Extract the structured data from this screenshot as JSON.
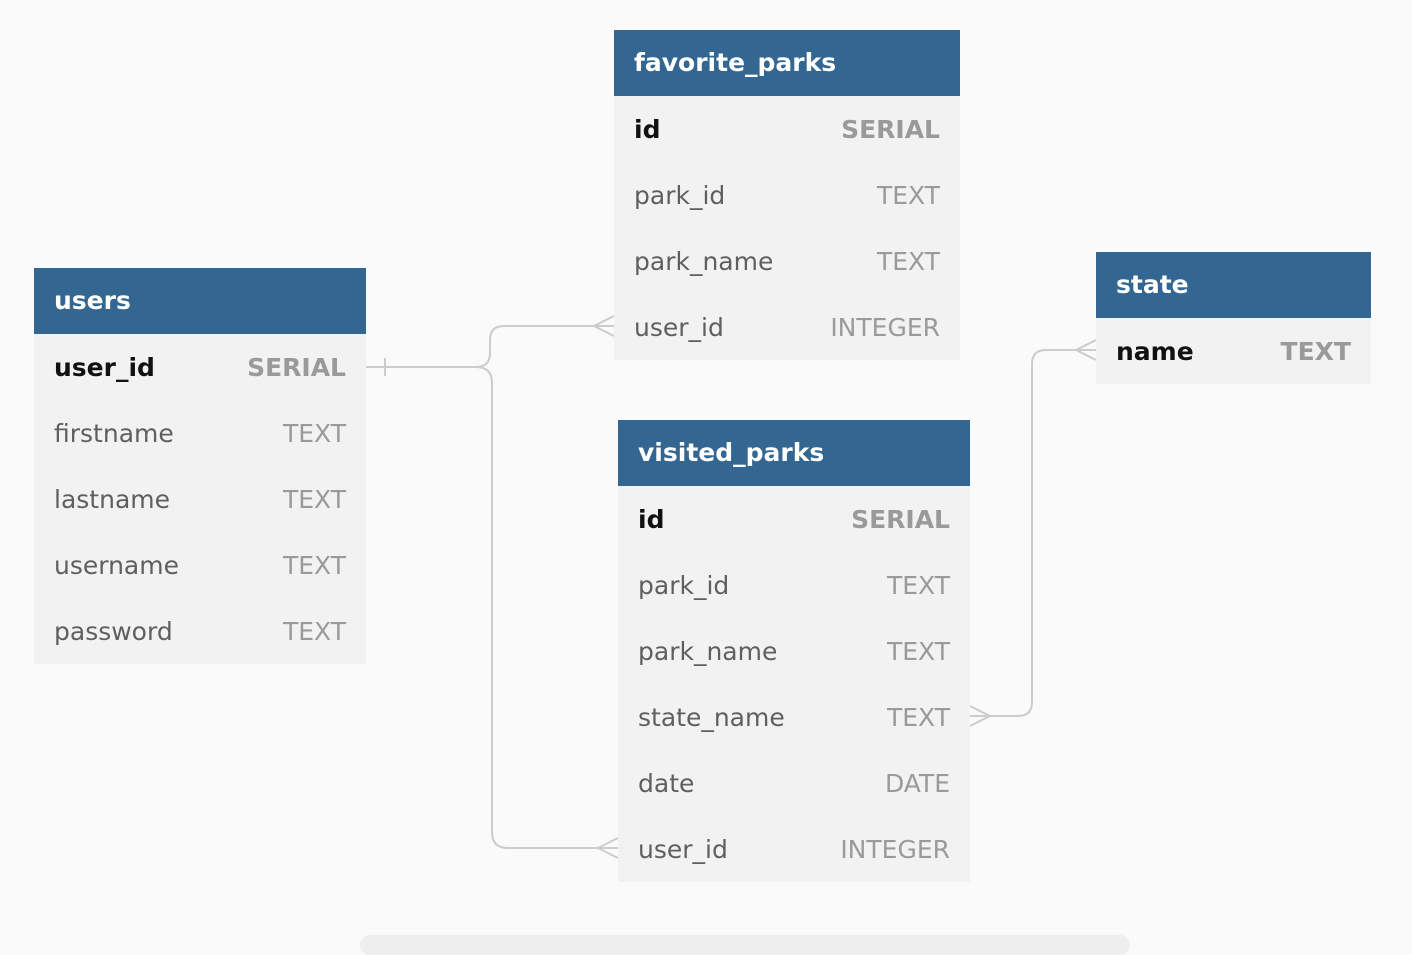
{
  "tables": {
    "users": {
      "name": "users",
      "fields": [
        {
          "name": "user_id",
          "type": "SERIAL"
        },
        {
          "name": "firstname",
          "type": "TEXT"
        },
        {
          "name": "lastname",
          "type": "TEXT"
        },
        {
          "name": "username",
          "type": "TEXT"
        },
        {
          "name": "password",
          "type": "TEXT"
        }
      ]
    },
    "favorite_parks": {
      "name": "favorite_parks",
      "fields": [
        {
          "name": "id",
          "type": "SERIAL"
        },
        {
          "name": "park_id",
          "type": "TEXT"
        },
        {
          "name": "park_name",
          "type": "TEXT"
        },
        {
          "name": "user_id",
          "type": "INTEGER"
        }
      ]
    },
    "visited_parks": {
      "name": "visited_parks",
      "fields": [
        {
          "name": "id",
          "type": "SERIAL"
        },
        {
          "name": "park_id",
          "type": "TEXT"
        },
        {
          "name": "park_name",
          "type": "TEXT"
        },
        {
          "name": "state_name",
          "type": "TEXT"
        },
        {
          "name": "date",
          "type": "DATE"
        },
        {
          "name": "user_id",
          "type": "INTEGER"
        }
      ]
    },
    "state": {
      "name": "state",
      "fields": [
        {
          "name": "name",
          "type": "TEXT"
        }
      ]
    }
  },
  "colors": {
    "header": "#336791",
    "body": "#f2f2f2",
    "connector": "#cccccc"
  }
}
